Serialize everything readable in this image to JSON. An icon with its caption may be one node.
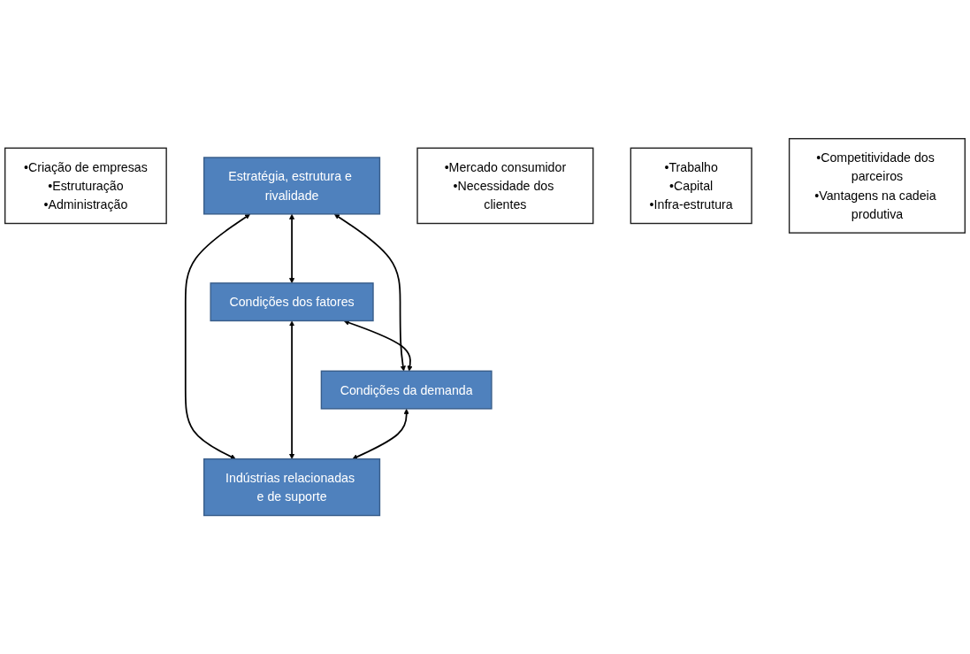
{
  "diagram": {
    "nodes": [
      {
        "text": [
          "•Criação de empresas",
          "•Estruturação",
          "•Administração"
        ]
      },
      {
        "text": [
          "Estratégia, estrutura e rivalidade"
        ]
      },
      {
        "text": [
          "•Mercado consumidor",
          "•Necessidade dos clientes"
        ]
      },
      {
        "text": [
          "Condições dos fatores"
        ]
      },
      {
        "text": [
          "Condições da demanda"
        ]
      },
      {
        "text": [
          "•Trabalho",
          "•Capital",
          "•Infra-estrutura"
        ]
      },
      {
        "text": [
          "Indústrias relacionadas e de suporte"
        ]
      },
      {
        "text": [
          "•Competitividade dos parceiros",
          "•Vantagens na cadeia produtiva"
        ]
      }
    ],
    "edges": [
      {
        "from": 1,
        "to": 3,
        "arrow": "both"
      },
      {
        "from": 1,
        "to": 4,
        "arrow": "both"
      },
      {
        "from": 1,
        "to": 6,
        "arrow": "both"
      },
      {
        "from": 3,
        "to": 4,
        "arrow": "both"
      },
      {
        "from": 3,
        "to": 6,
        "arrow": "both"
      },
      {
        "from": 4,
        "to": 6,
        "arrow": "both"
      }
    ]
  }
}
